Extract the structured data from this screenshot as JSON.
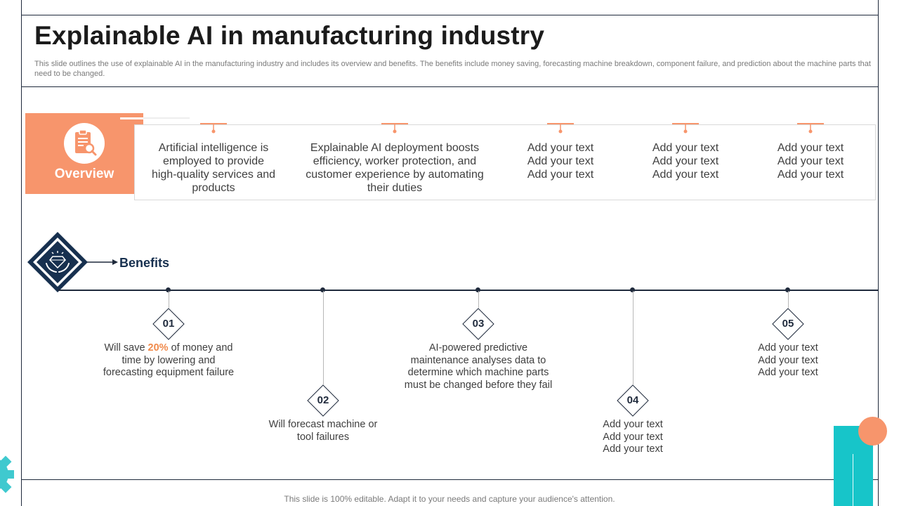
{
  "header": {
    "title": "Explainable AI in manufacturing industry",
    "subtitle": "This slide outlines the use of explainable AI in the manufacturing industry and includes its overview and benefits. The benefits include money saving, forecasting machine breakdown, component failure, and prediction about the machine parts that need to be changed."
  },
  "overview": {
    "label": "Overview",
    "icon": "clipboard-search-icon",
    "items": [
      "Artificial intelligence is employed to provide high-quality services and products",
      "Explainable AI deployment boosts efficiency, worker protection, and customer experience by automating their duties",
      "Add your text\nAdd your text\nAdd your text",
      "Add your text\nAdd your text\nAdd your text",
      "Add your text\nAdd your text\nAdd your text"
    ]
  },
  "benefits": {
    "label": "Benefits",
    "icon": "diamond-hands-icon",
    "items": [
      {
        "number": "01",
        "text_before": "Will save ",
        "highlight": "20%",
        "text_after": " of money and time by lowering and forecasting equipment failure"
      },
      {
        "number": "02",
        "text": "Will forecast machine or tool failures"
      },
      {
        "number": "03",
        "text": "AI-powered predictive maintenance analyses data to determine which machine parts must be changed before they fail"
      },
      {
        "number": "04",
        "text": "Add your text\nAdd your text\nAdd your text"
      },
      {
        "number": "05",
        "text": "Add your text\nAdd your text\nAdd your text"
      }
    ]
  },
  "footer": {
    "text": "This slide is 100% editable. Adapt it to your needs and capture your audience's attention."
  },
  "colors": {
    "accent_orange": "#f7956c",
    "highlight_orange": "#f08a4b",
    "navy": "#1f2a3c",
    "teal": "#17c5c9"
  }
}
